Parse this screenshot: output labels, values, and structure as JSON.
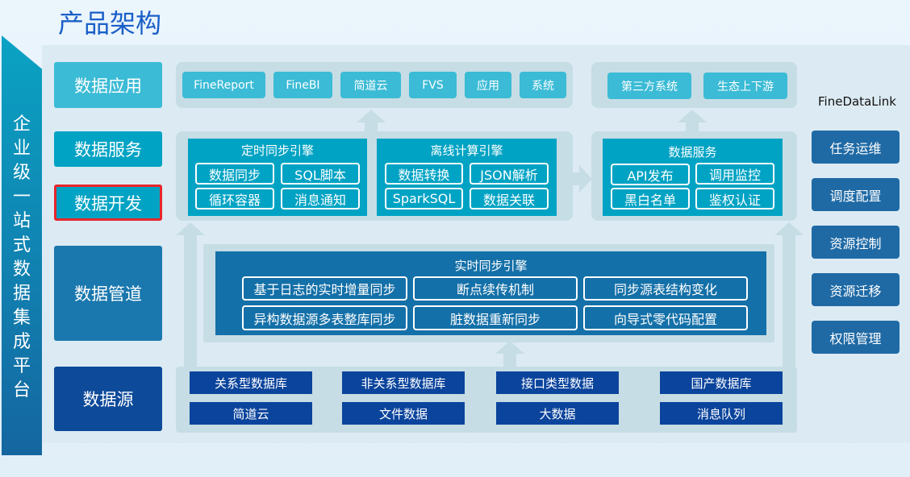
{
  "title": "产品架构",
  "platform": "企业级一站式数据集成平台",
  "layers": {
    "app": "数据应用",
    "service": "数据服务",
    "dev": "数据开发",
    "pipe": "数据管道",
    "source": "数据源"
  },
  "apps": [
    "FineReport",
    "FineBI",
    "简道云",
    "FVS",
    "应用",
    "系统"
  ],
  "external": [
    "第三方系统",
    "生态上下游"
  ],
  "sched": {
    "title": "定时同步引擎",
    "items": [
      "数据同步",
      "SQL脚本",
      "循环容器",
      "消息通知"
    ]
  },
  "offline": {
    "title": "离线计算引擎",
    "items": [
      "数据转换",
      "JSON解析",
      "SparkSQL",
      "数据关联"
    ]
  },
  "dataservice": {
    "title": "数据服务",
    "items": [
      "API发布",
      "调用监控",
      "黑白名单",
      "鉴权认证"
    ]
  },
  "realtime": {
    "title": "实时同步引擎",
    "items": [
      "基于日志的实时增量同步",
      "断点续传机制",
      "同步源表结构变化",
      "异构数据源多表整库同步",
      "脏数据重新同步",
      "向导式零代码配置"
    ]
  },
  "sources": [
    "关系型数据库",
    "非关系型数据库",
    "接口类型数据",
    "国产数据库",
    "简道云",
    "文件数据",
    "大数据",
    "消息队列"
  ],
  "product": "FineDataLink",
  "manage": [
    "任务运维",
    "调度配置",
    "资源控制",
    "资源迁移",
    "权限管理"
  ]
}
